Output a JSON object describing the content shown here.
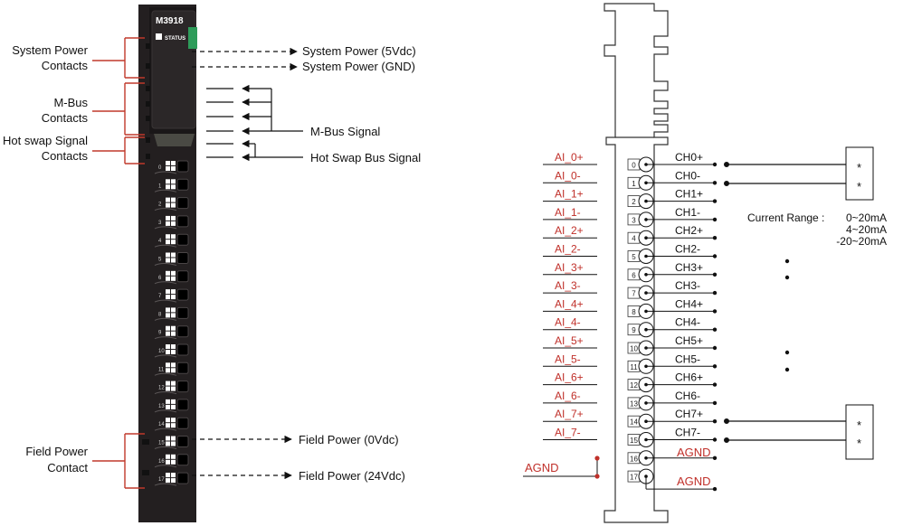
{
  "module": {
    "model": "M3918",
    "status_label": "STATUS",
    "terminal_numbers": [
      "0",
      "1",
      "2",
      "3",
      "4",
      "5",
      "6",
      "7",
      "8",
      "9",
      "10",
      "11",
      "12",
      "13",
      "14",
      "15",
      "16",
      "17"
    ]
  },
  "left_labels": {
    "system_power_contacts": [
      "System Power",
      "Contacts"
    ],
    "mbus_contacts": [
      "M-Bus",
      "Contacts"
    ],
    "hot_swap_contacts": [
      "Hot swap Signal",
      "Contacts"
    ],
    "field_power_contact": [
      "Field Power",
      "Contact"
    ]
  },
  "right_labels": {
    "system_power_5v": "System Power (5Vdc)",
    "system_power_gnd": "System Power (GND)",
    "mbus_signal": "M-Bus Signal",
    "hot_swap_bus_signal": "Hot Swap Bus Signal",
    "field_power_0v": "Field Power (0Vdc)",
    "field_power_24v": "Field Power (24Vdc)"
  },
  "wiring": {
    "ai_labels": [
      "AI_0+",
      "AI_0-",
      "AI_1+",
      "AI_1-",
      "AI_2+",
      "AI_2-",
      "AI_3+",
      "AI_3-",
      "AI_4+",
      "AI_4-",
      "AI_5+",
      "AI_5-",
      "AI_6+",
      "AI_6-",
      "AI_7+",
      "AI_7-"
    ],
    "ch_labels": [
      "CH0+",
      "CH0-",
      "CH1+",
      "CH1-",
      "CH2+",
      "CH2-",
      "CH3+",
      "CH3-",
      "CH4+",
      "CH4-",
      "CH5+",
      "CH5-",
      "CH6+",
      "CH6-",
      "CH7+",
      "CH7-"
    ],
    "terminal_numbers": [
      "0",
      "1",
      "2",
      "3",
      "4",
      "5",
      "6",
      "7",
      "8",
      "9",
      "10",
      "11",
      "12",
      "13",
      "14",
      "15",
      "16",
      "17"
    ],
    "agnd_left": "AGND",
    "agnd_right_1": "AGND",
    "agnd_right_2": "AGND",
    "current_range_label": "Current Range :",
    "current_ranges": [
      "0~20mA",
      "4~20mA",
      "-20~20mA"
    ],
    "sensor_marks": [
      "*",
      "*",
      "*",
      "*"
    ]
  },
  "colors": {
    "module_body": "#231f20",
    "status_led": "#2e9c5a",
    "bracket_red": "#c0392b",
    "signal_red": "#c0302a"
  }
}
